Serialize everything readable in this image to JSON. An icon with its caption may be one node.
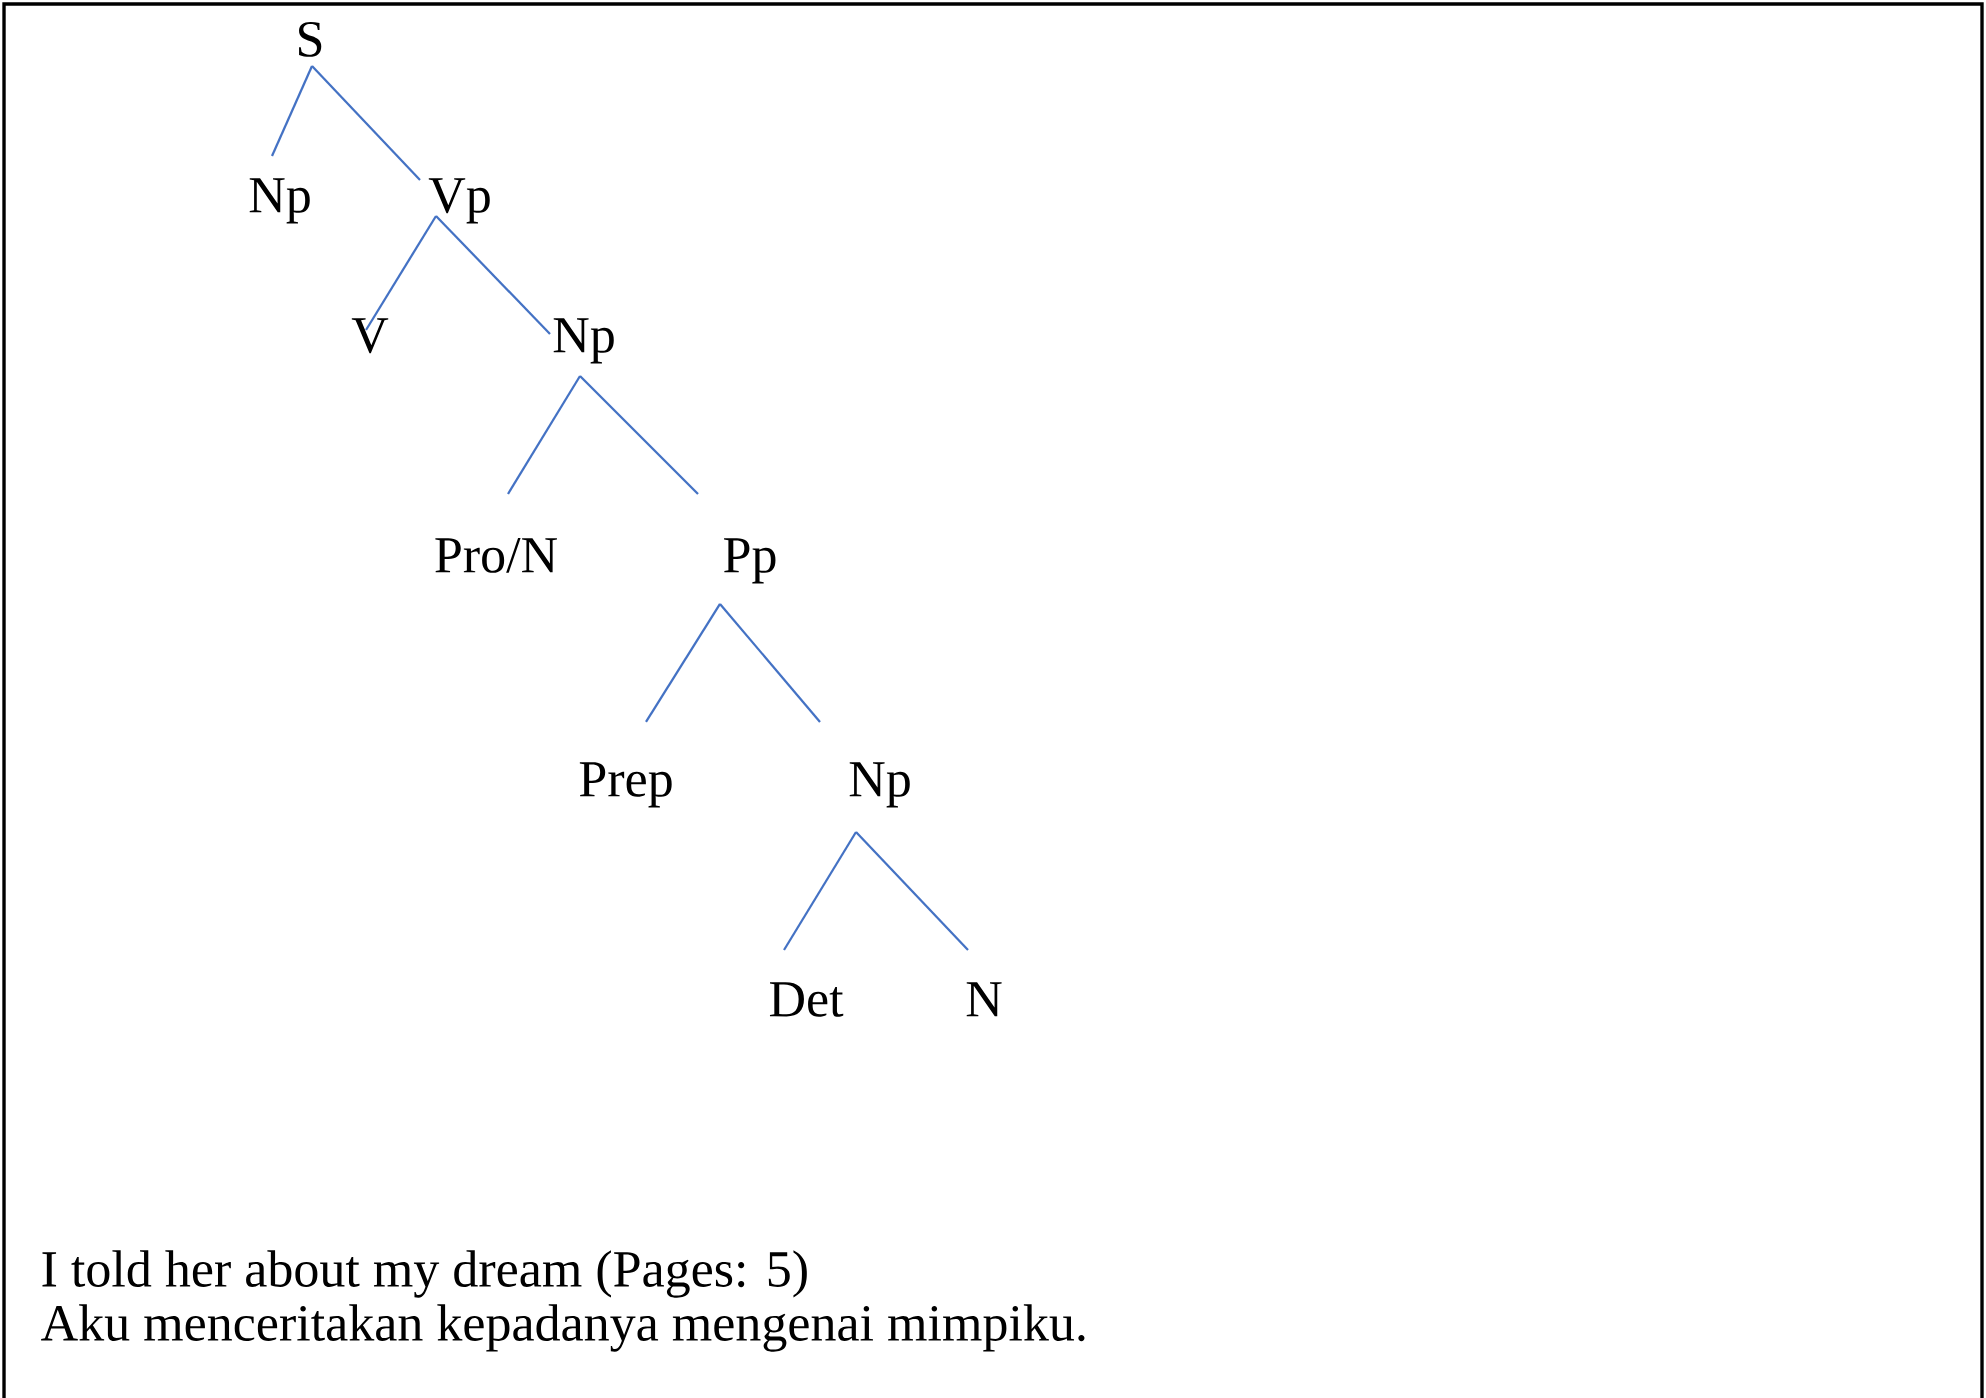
{
  "diagram": {
    "nodes": [
      {
        "text": [
          "S"
        ]
      },
      {
        "text": [
          "Np"
        ]
      },
      {
        "text": [
          "Vp"
        ]
      },
      {
        "text": [
          "V"
        ]
      },
      {
        "text": [
          "Np"
        ]
      },
      {
        "text": [
          "Pro/N"
        ]
      },
      {
        "text": [
          "Pp"
        ]
      },
      {
        "text": [
          "Prep"
        ]
      },
      {
        "text": [
          "Np"
        ]
      },
      {
        "text": [
          "Det"
        ]
      },
      {
        "text": [
          "N"
        ]
      }
    ],
    "edges": [
      {
        "from": 0,
        "to": 1,
        "arrow": "none"
      },
      {
        "from": 0,
        "to": 2,
        "arrow": "none"
      },
      {
        "from": 2,
        "to": 3,
        "arrow": "none"
      },
      {
        "from": 2,
        "to": 4,
        "arrow": "none"
      },
      {
        "from": 4,
        "to": 5,
        "arrow": "none"
      },
      {
        "from": 4,
        "to": 6,
        "arrow": "none"
      },
      {
        "from": 6,
        "to": 7,
        "arrow": "none"
      },
      {
        "from": 6,
        "to": 8,
        "arrow": "none"
      },
      {
        "from": 8,
        "to": 9,
        "arrow": "none"
      },
      {
        "from": 8,
        "to": 10,
        "arrow": "none"
      }
    ],
    "labels": [
      "I told her about my dream (Pages: 5)",
      "Aku menceritakan kepadanya mengenai mimpiku."
    ]
  }
}
